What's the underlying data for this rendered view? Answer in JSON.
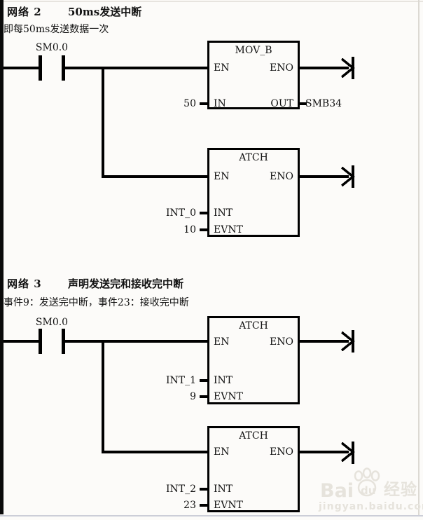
{
  "networks": [
    {
      "label": "网络 2",
      "title": "50ms发送中断",
      "comment": "即每50ms发送数据一次",
      "contact": {
        "name": "SM0.0"
      },
      "blocks": [
        {
          "title": "MOV_B",
          "pins": {
            "en": "EN",
            "eno": "ENO",
            "in": "IN",
            "out": "OUT"
          },
          "operands": {
            "in": "50",
            "out": "SMB34"
          }
        },
        {
          "title": "ATCH",
          "pins": {
            "en": "EN",
            "eno": "ENO",
            "int": "INT",
            "evnt": "EVNT"
          },
          "operands": {
            "int": "INT_0",
            "evnt": "10"
          }
        }
      ]
    },
    {
      "label": "网络 3",
      "title": "声明发送完和接收完中断",
      "comment": "事件9：发送完中断，事件23：接收完中断",
      "contact": {
        "name": "SM0.0"
      },
      "blocks": [
        {
          "title": "ATCH",
          "pins": {
            "en": "EN",
            "eno": "ENO",
            "int": "INT",
            "evnt": "EVNT"
          },
          "operands": {
            "int": "INT_1",
            "evnt": "9"
          }
        },
        {
          "title": "ATCH",
          "pins": {
            "en": "EN",
            "eno": "ENO",
            "int": "INT",
            "evnt": "EVNT"
          },
          "operands": {
            "int": "INT_2",
            "evnt": "23"
          }
        }
      ]
    }
  ],
  "watermark": {
    "brand_prefix": "Bai",
    "brand_suffix": "du",
    "brand_cn": "经验",
    "url": "jingyan.baidu.com"
  },
  "colors": {
    "line": "#000000",
    "background": "#fcfbf9",
    "watermark": "#e6e3dc"
  }
}
